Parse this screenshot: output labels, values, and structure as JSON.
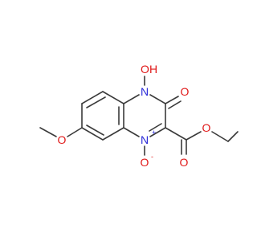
{
  "molecule": {
    "colors": {
      "bond": "#3a3a3a",
      "carbon": "#3a3a3a",
      "nitrogen": "#2a2ad8",
      "oxygen": "#e01818"
    },
    "labels": {
      "hydroxy_o": "O",
      "hydroxy_h": "H",
      "ring_n_top": "N",
      "keto_o": "O",
      "ring_n_oxide": "N",
      "n_plus": "+",
      "oxide_o": "O",
      "oxide_minus": "-",
      "ester_o_single": "O",
      "ester_o_double": "O",
      "methoxy_o": "O"
    }
  }
}
